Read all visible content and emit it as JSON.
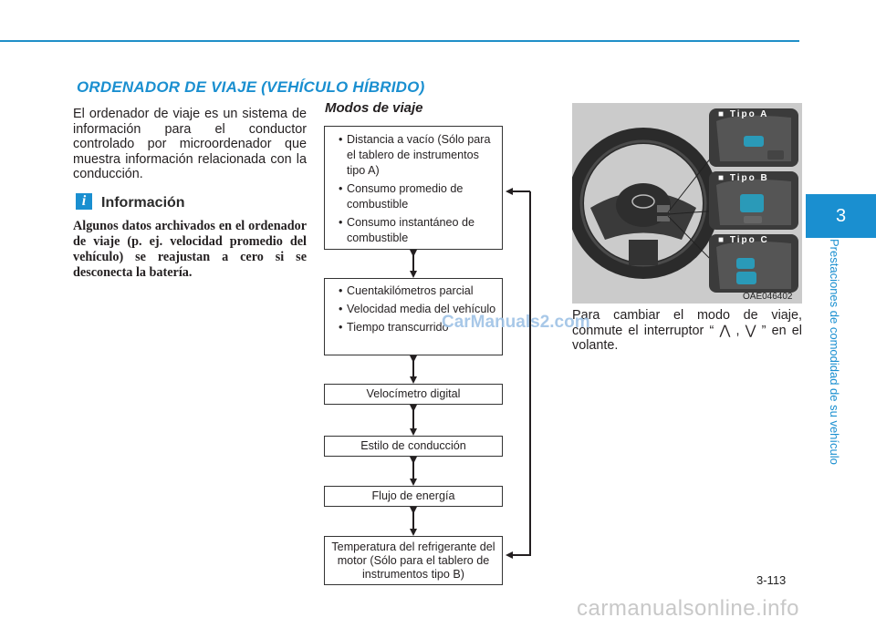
{
  "section_title": "ORDENADOR DE VIAJE (VEHÍCULO HÍBRIDO)",
  "intro_text": "El ordenador de viaje es un sistema de información para el conductor controlado por microordenador que muestra información relacionada con la conducción.",
  "info": {
    "icon_letter": "i",
    "title": "Información",
    "text": "Algunos datos archivados en el ordenador de viaje (p. ej. velocidad promedio del vehículo) se reajustan a cero si se desconecta la batería."
  },
  "modes": {
    "title": "Modos de viaje",
    "box1": [
      "Distancia a vacío (Sólo para el tablero de instrumentos tipo A)",
      "Consumo promedio de combustible",
      "Consumo instantáneo de combustible"
    ],
    "box2": [
      "Cuentakilómetros parcial",
      "Velocidad media del vehículo",
      "Tiempo transcurrido"
    ],
    "box3": "Velocímetro digital",
    "box4": "Estilo de conducción",
    "box5": "Flujo de energía",
    "box6": "Temperatura del refrigerante del motor (Sólo para el tablero de instrumentos tipo B)"
  },
  "bullet": "•",
  "photo": {
    "labels": [
      "■ Tipo A",
      "■ Tipo B",
      "■ Tipo C"
    ],
    "code": "OAE046402"
  },
  "photo_text": "Para cambiar el modo de viaje, conmute el interruptor “ ⋀ , ⋁ ” en el volante.",
  "side_tab": {
    "chapter": "3",
    "text": "Prestaciones de comodidad de su vehículo"
  },
  "page_number": "3-113",
  "watermarks": {
    "site1": "CarManuals2.com",
    "site2": "carmanualsonline.info"
  },
  "colors": {
    "accent": "#1a8fd0",
    "text": "#231f20"
  }
}
